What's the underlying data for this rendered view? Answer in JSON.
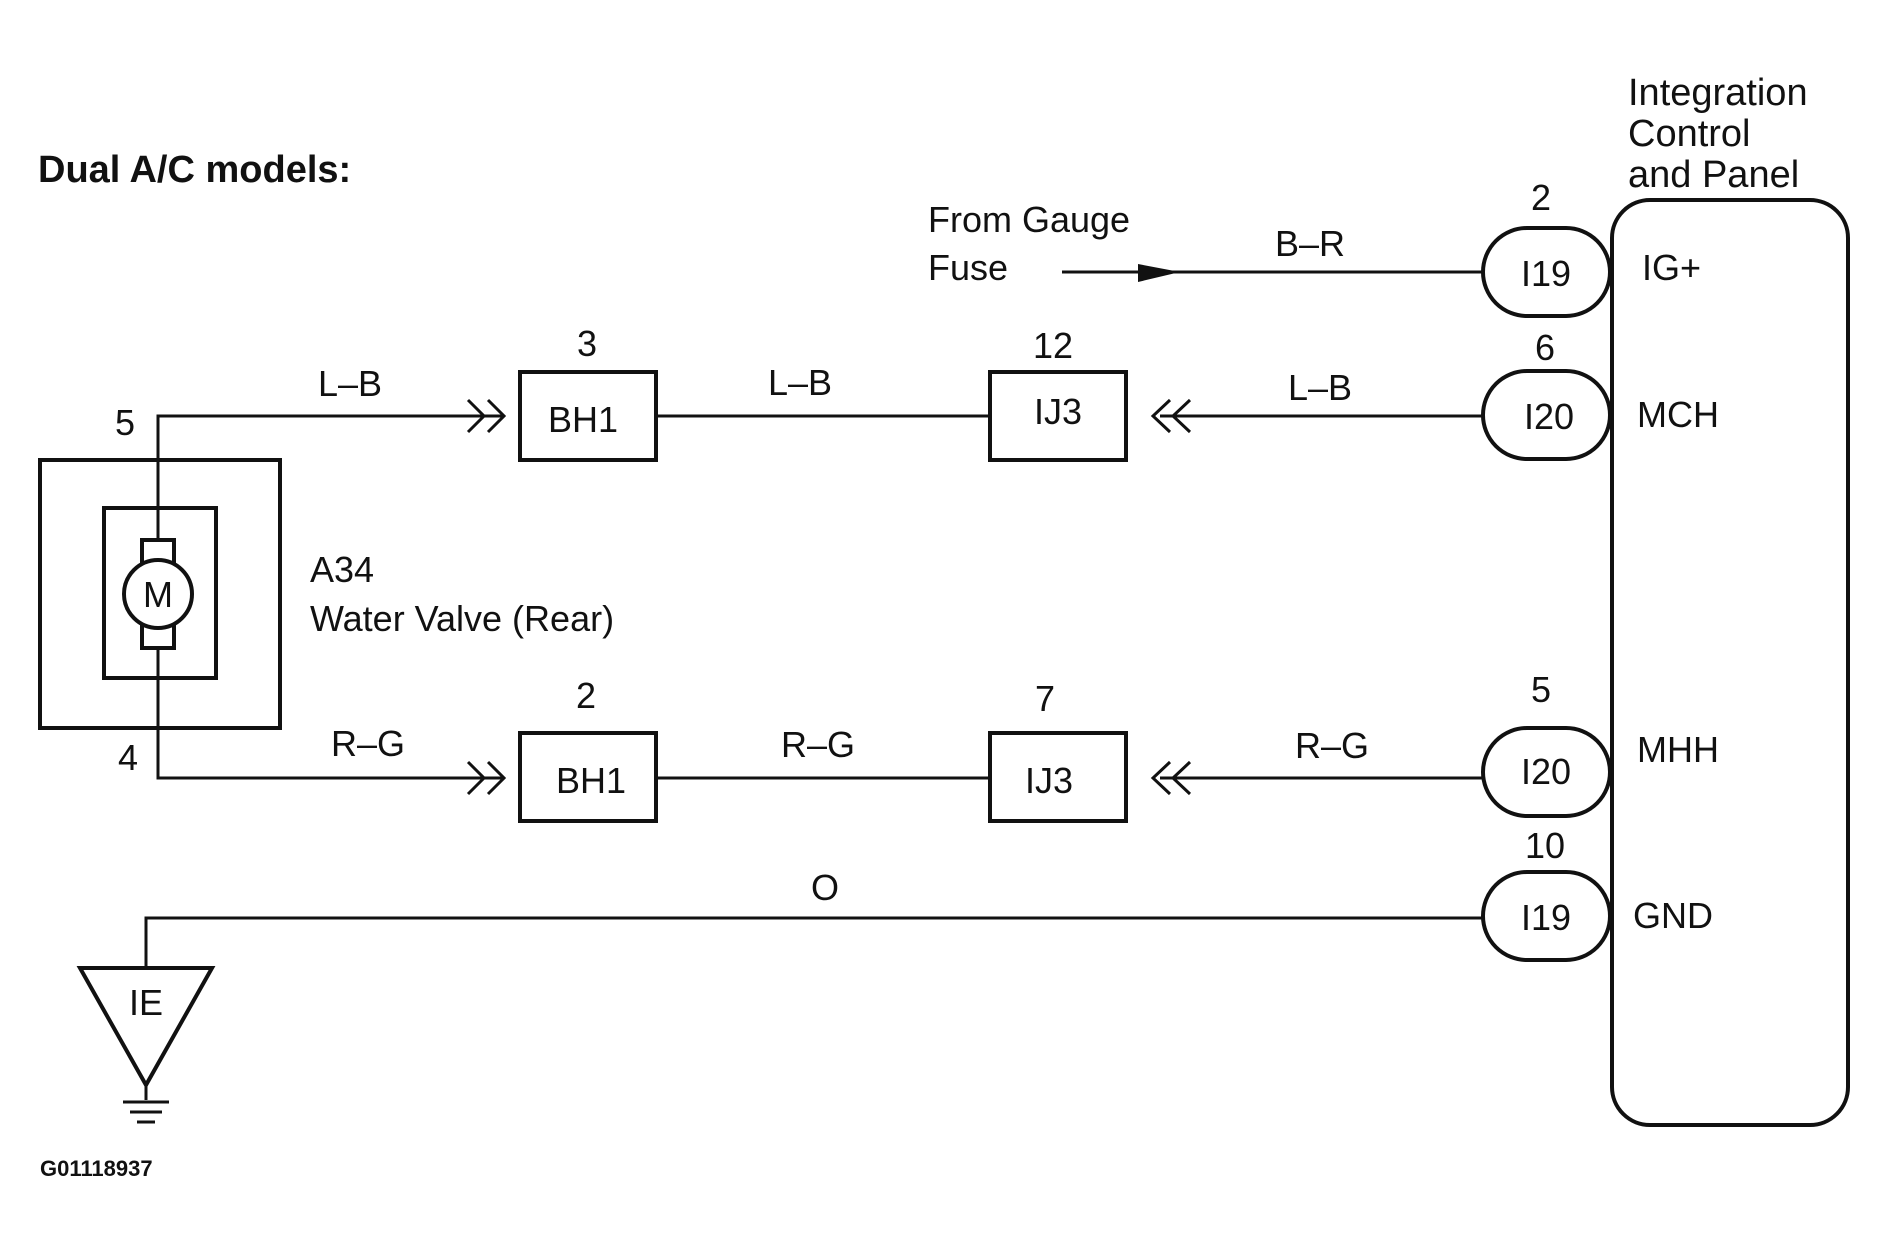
{
  "title": "Dual A/C models:",
  "figure_id": "G01118937",
  "source_label": [
    "From Gauge",
    "Fuse"
  ],
  "ecu": {
    "label": [
      "Integration",
      "Control",
      "and Panel"
    ],
    "terminals": {
      "ig": "IG+",
      "mch": "MCH",
      "mhh": "MHH",
      "gnd": "GND"
    }
  },
  "ecu_connectors": {
    "ig": {
      "id": "I19",
      "pin": "2"
    },
    "mch": {
      "id": "I20",
      "pin": "6"
    },
    "mhh": {
      "id": "I20",
      "pin": "5"
    },
    "gnd": {
      "id": "I19",
      "pin": "10"
    }
  },
  "wire_colors": {
    "ig": "B–R",
    "mch_left": "L–B",
    "mch_mid": "L–B",
    "mch_right": "L–B",
    "mhh_left": "R–G",
    "mhh_mid": "R–G",
    "mhh_right": "R–G",
    "gnd": "O"
  },
  "junctions": {
    "upper_bh1": {
      "id": "BH1",
      "pin": "3"
    },
    "upper_ij3": {
      "id": "IJ3",
      "pin": "12"
    },
    "lower_bh1": {
      "id": "BH1",
      "pin": "2"
    },
    "lower_ij3": {
      "id": "IJ3",
      "pin": "7"
    }
  },
  "component": {
    "ref": "A34",
    "name": "Water Valve (Rear)",
    "motor_symbol": "M",
    "pin_top": "5",
    "pin_bottom": "4"
  },
  "ground": {
    "label": "IE"
  }
}
